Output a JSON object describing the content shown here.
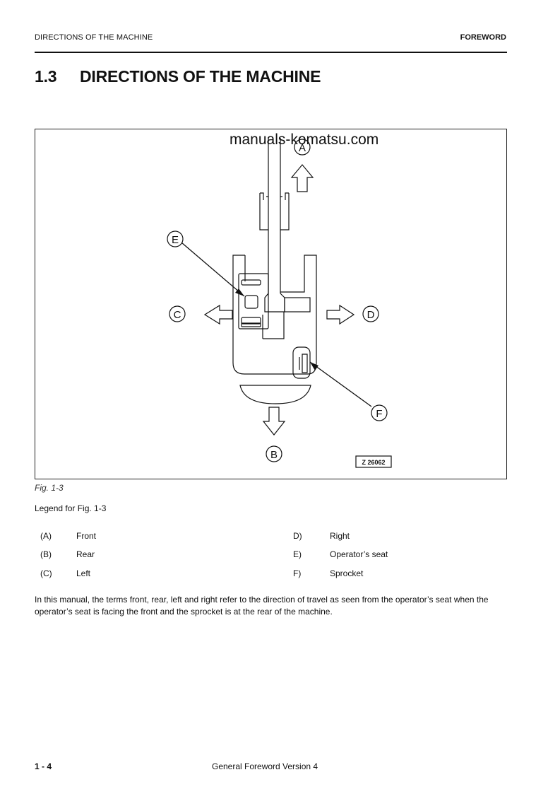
{
  "header": {
    "left": "DIRECTIONS OF THE MACHINE",
    "right": "FOREWORD"
  },
  "section": {
    "number": "1.3",
    "title": "DIRECTIONS OF THE MACHINE"
  },
  "figure": {
    "watermark": "manuals-komatsu.com",
    "labels": {
      "a": "A",
      "b": "B",
      "c": "C",
      "d": "D",
      "e": "E",
      "f": "F"
    },
    "code": "Z 26062",
    "caption": "Fig. 1-3"
  },
  "legend": {
    "title": "Legend for Fig. 1-3",
    "items": [
      {
        "key": "(A)",
        "text": "Front"
      },
      {
        "key": "(B)",
        "text": "Rear"
      },
      {
        "key": "(C)",
        "text": "Left"
      },
      {
        "key": "D)",
        "text": "Right"
      },
      {
        "key": "E)",
        "text": "Operator’s seat"
      },
      {
        "key": "F)",
        "text": "Sprocket"
      }
    ]
  },
  "body_text": "In this manual, the terms front, rear, left and right refer to the direction of travel as seen from the operator’s seat when the operator’s seat is facing the front and the sprocket is at the rear of the machine.",
  "footer": {
    "page": "1 - 4",
    "center": "General Foreword Version 4"
  }
}
